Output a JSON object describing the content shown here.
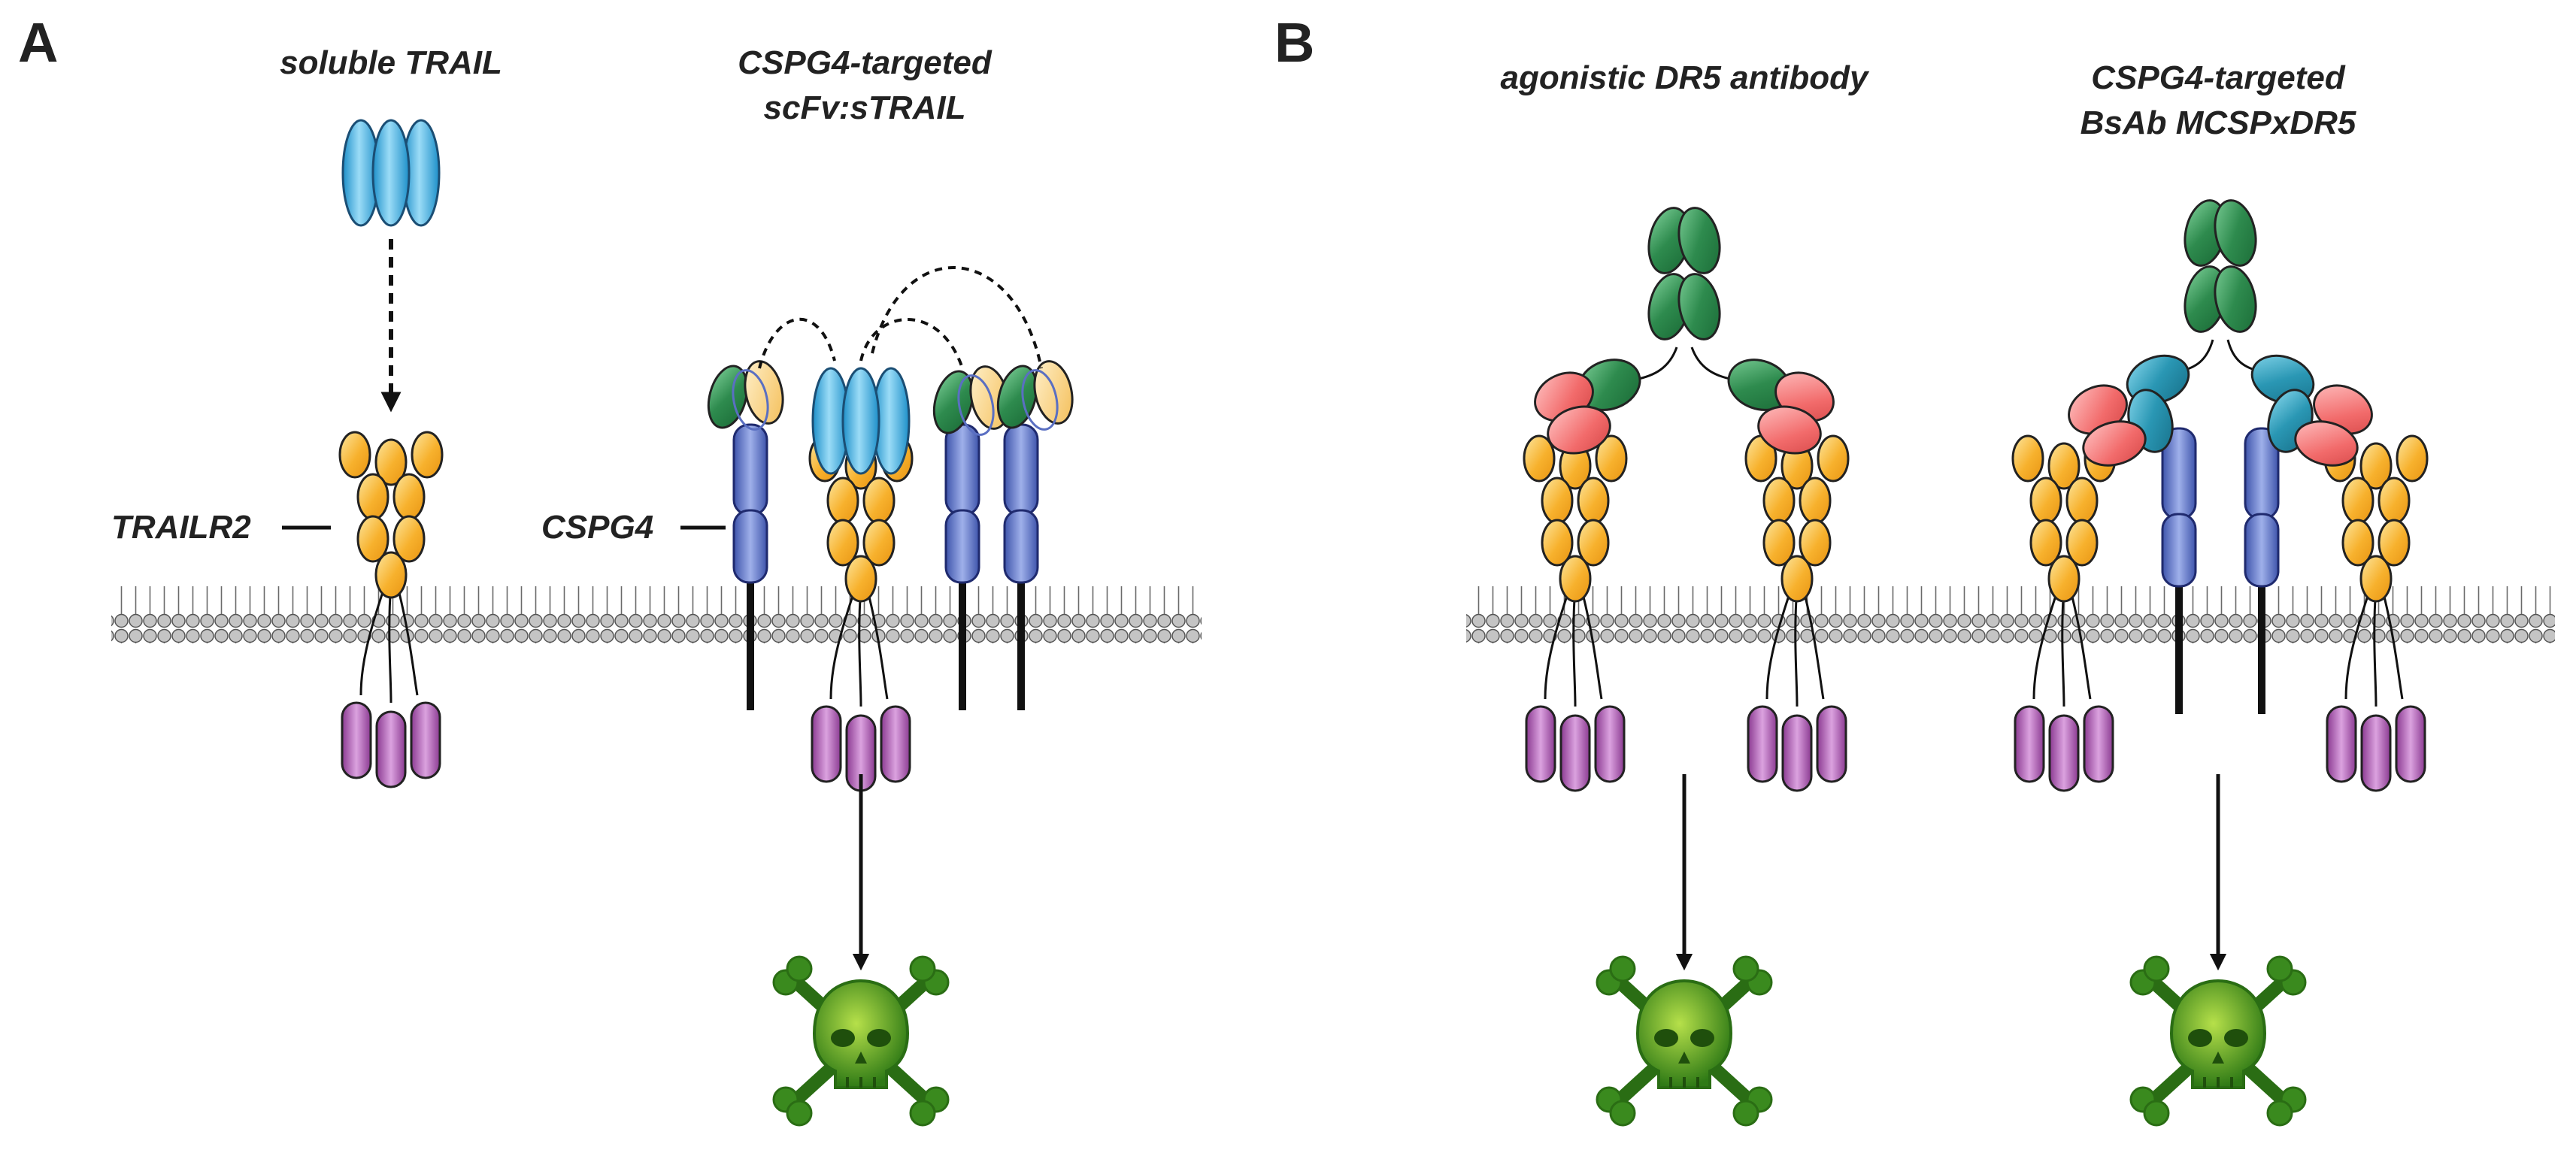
{
  "panels": {
    "a": {
      "letter": "A",
      "titles": {
        "soluble_trail": "soluble TRAIL",
        "targeted_line1": "CSPG4-targeted",
        "targeted_line2": "scFv:sTRAIL"
      },
      "labels": {
        "trailr2": "TRAILR2",
        "cspg4": "CSPG4"
      }
    },
    "b": {
      "letter": "B",
      "titles": {
        "agonistic": "agonistic DR5 antibody",
        "bsab_line1": "CSPG4-targeted",
        "bsab_line2": "BsAb MCSPxDR5"
      }
    }
  },
  "palette": {
    "trail_blue": "#3fb4e6",
    "receptor_orange": "#f7b12d",
    "cspg4_blue": "#5a6fc2",
    "scfv_green": "#2e8b4e",
    "scfv_yellow": "#f9cf7c",
    "antibody_green": "#2e8b4e",
    "antibody_red": "#f26b6b",
    "bsab_teal": "#2a97b4",
    "death_domain_purple": "#a14ea6",
    "skull_green": "#3a8a1e",
    "membrane_gray": "#b8b8b8"
  },
  "icons": {
    "death": "skull-and-crossbones-icon",
    "flow": "arrow-down-icon"
  }
}
